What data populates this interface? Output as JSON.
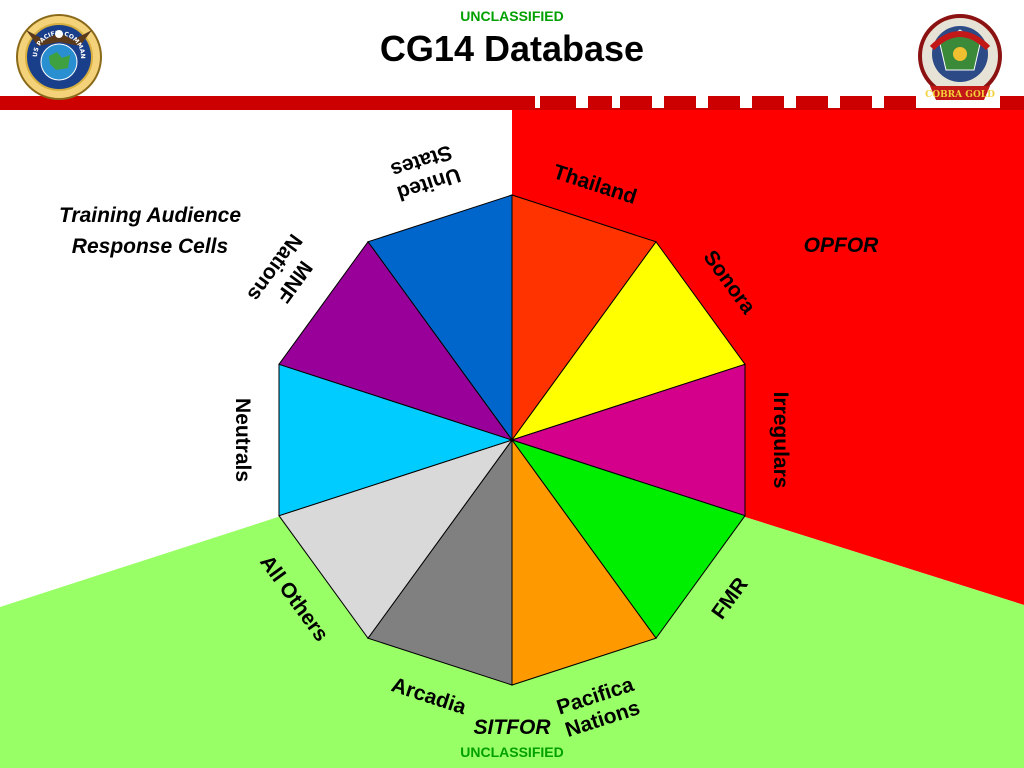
{
  "header": {
    "classification_top": "UNCLASSIFIED",
    "title": "CG14 Database",
    "classification_bottom": "UNCLASSIFIED"
  },
  "logos": {
    "left_seal_text": "US PACIFIC COMMAND",
    "right_seal_text": "COBRA GOLD"
  },
  "regions": {
    "training_audience_line1": "Training Audience",
    "training_audience_line2": "Response Cells",
    "opfor": "OPFOR",
    "sitfor": "SITFOR"
  },
  "segments": [
    {
      "lines": [
        "Thailand"
      ],
      "color": "#0066cc"
    },
    {
      "lines": [
        "Sonora"
      ],
      "color": "#ff3300"
    },
    {
      "lines": [
        "Irregulars"
      ],
      "color": "#ffff00"
    },
    {
      "lines": [
        "FMR"
      ],
      "color": "#d4008c"
    },
    {
      "lines": [
        "Pacifica",
        "Nations"
      ],
      "color": "#00ee00"
    },
    {
      "lines": [
        "Arcadia"
      ],
      "color": "#ff9900"
    },
    {
      "lines": [
        "All Others"
      ],
      "color": "#808080"
    },
    {
      "lines": [
        "Neutrals"
      ],
      "color": "#d9d9d9"
    },
    {
      "lines": [
        "MNF",
        "Nations"
      ],
      "color": "#00ccff"
    },
    {
      "lines": [
        "United",
        "States"
      ],
      "color": "#990099"
    }
  ],
  "colors": {
    "classification": "#00a000",
    "opfor_region": "#ff0000",
    "sitfor_region": "#99ff66",
    "header_bar": "#cc0000"
  }
}
